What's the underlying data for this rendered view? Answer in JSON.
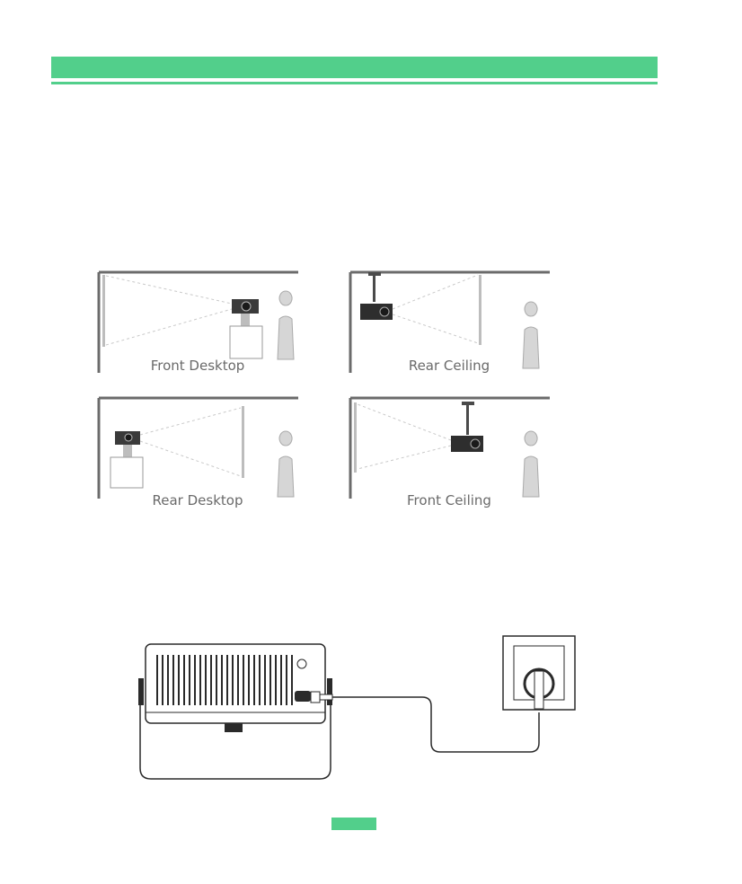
{
  "header": {
    "accent_color": "#52cf8b"
  },
  "placements": {
    "front_desktop": "Front Desktop",
    "rear_ceiling": "Rear Ceiling",
    "rear_desktop": "Rear Desktop",
    "front_ceiling": "Front Ceiling"
  },
  "footer": {
    "page_tab_color": "#52cf8b"
  }
}
